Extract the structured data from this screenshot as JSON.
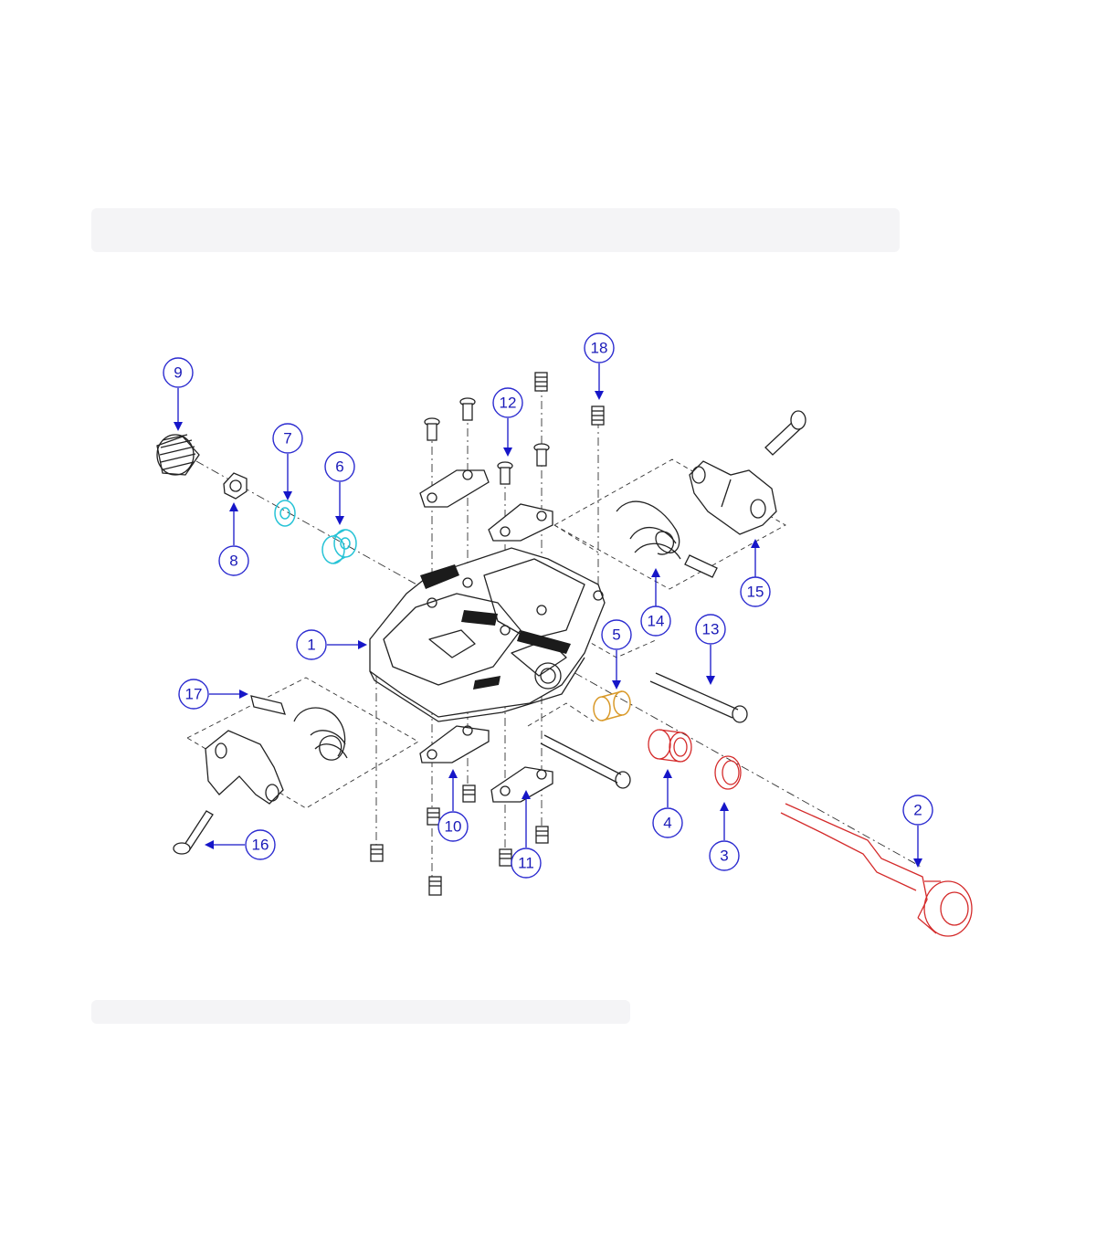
{
  "diagram": {
    "callouts": [
      {
        "id": "callout-1",
        "label": "1",
        "part": "pedal-body"
      },
      {
        "id": "callout-2",
        "label": "2",
        "part": "axle"
      },
      {
        "id": "callout-3",
        "label": "3",
        "part": "seal-ring"
      },
      {
        "id": "callout-4",
        "label": "4",
        "part": "bushing"
      },
      {
        "id": "callout-5",
        "label": "5",
        "part": "inner-bushing"
      },
      {
        "id": "callout-6",
        "label": "6",
        "part": "bearing"
      },
      {
        "id": "callout-7",
        "label": "7",
        "part": "washer"
      },
      {
        "id": "callout-8",
        "label": "8",
        "part": "nut"
      },
      {
        "id": "callout-9",
        "label": "9",
        "part": "end-cap"
      },
      {
        "id": "callout-10",
        "label": "10",
        "part": "traction-plate-lower"
      },
      {
        "id": "callout-11",
        "label": "11",
        "part": "traction-plate-lower-right"
      },
      {
        "id": "callout-12",
        "label": "12",
        "part": "screw"
      },
      {
        "id": "callout-13",
        "label": "13",
        "part": "spring-pin"
      },
      {
        "id": "callout-14",
        "label": "14",
        "part": "spring"
      },
      {
        "id": "callout-15",
        "label": "15",
        "part": "cleat-retainer"
      },
      {
        "id": "callout-16",
        "label": "16",
        "part": "tension-bolt"
      },
      {
        "id": "callout-17",
        "label": "17",
        "part": "tension-plate"
      },
      {
        "id": "callout-18",
        "label": "18",
        "part": "set-screw"
      }
    ],
    "colors": {
      "callout": "#1a1ab8",
      "axle": "#d42a2a",
      "bearing": "#27c3d6",
      "bushing-inner": "#d99a2a",
      "line": "#222222"
    }
  }
}
